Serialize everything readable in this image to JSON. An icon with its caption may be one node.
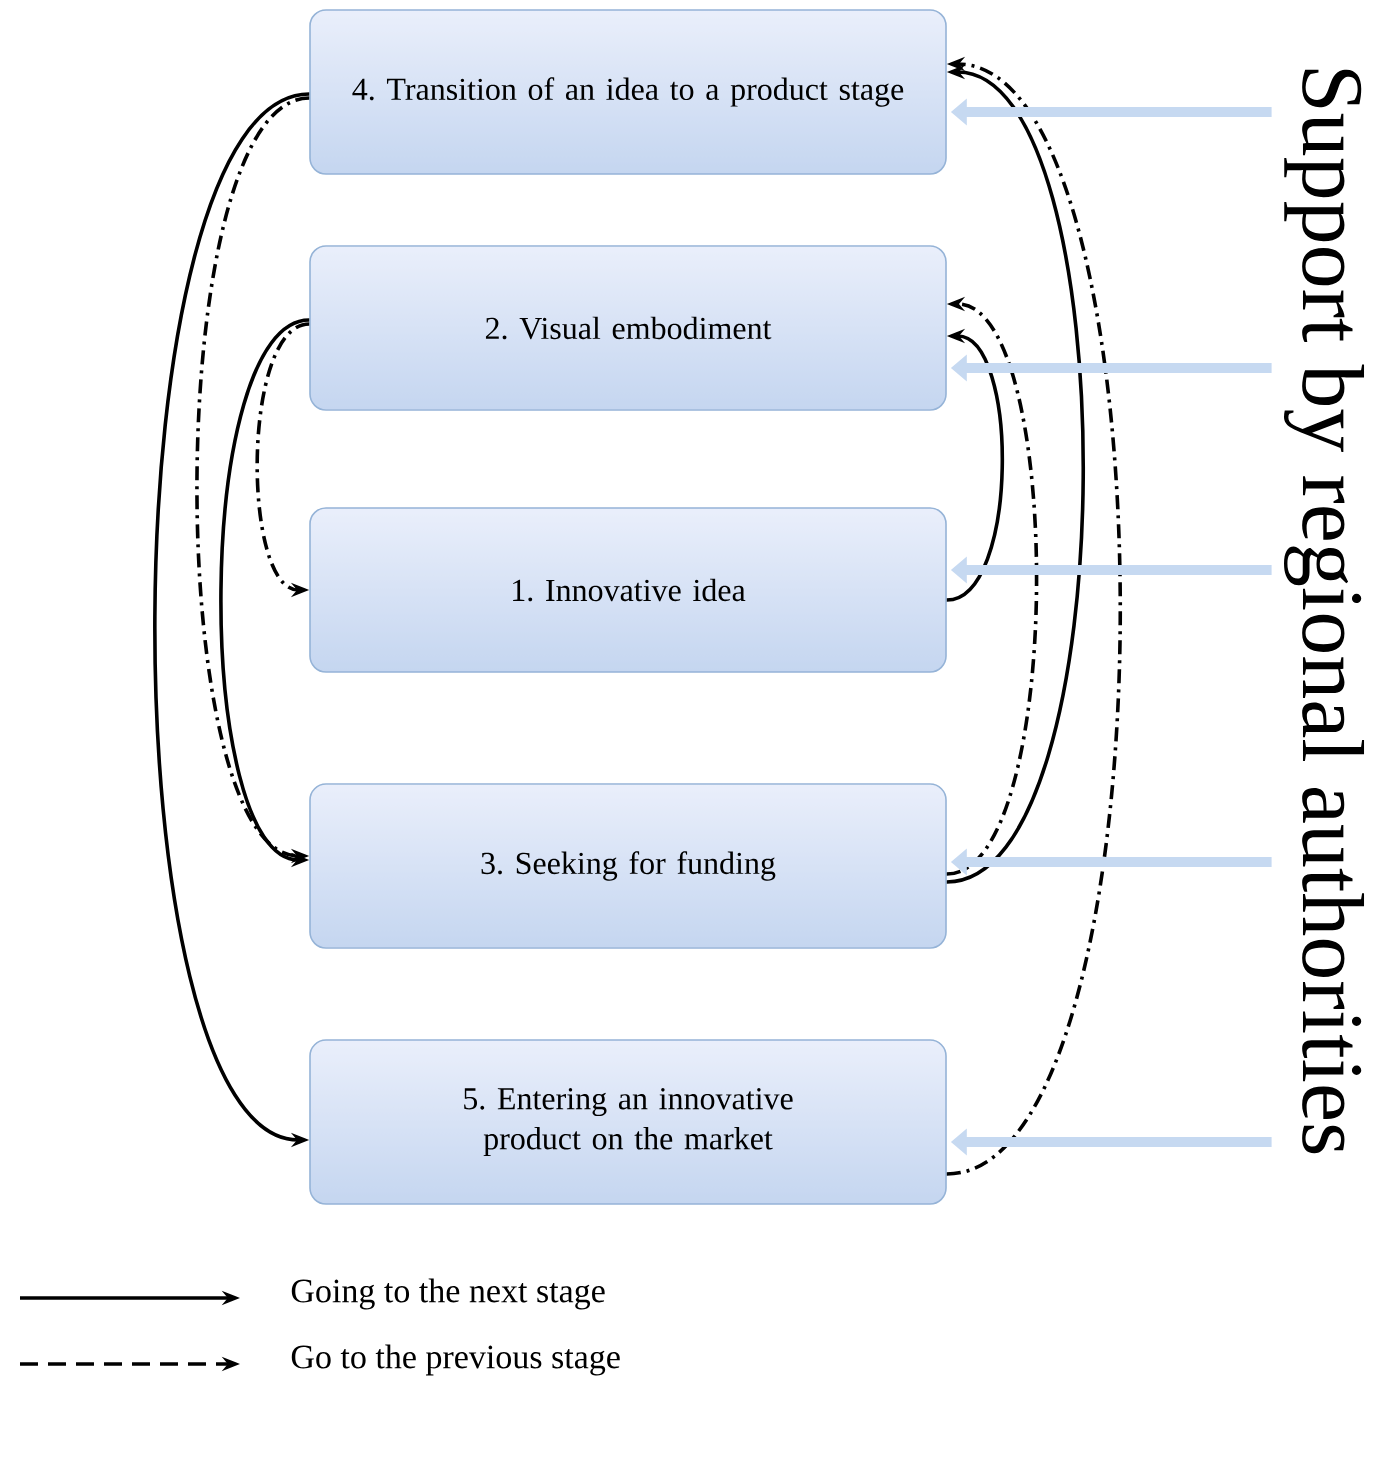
{
  "diagram": {
    "nodes": [
      {
        "text": [
          "4. Transition of an idea to a product stage"
        ]
      },
      {
        "text": [
          "2. Visual embodiment"
        ]
      },
      {
        "text": [
          "1. Innovative idea"
        ]
      },
      {
        "text": [
          "3. Seeking for funding"
        ]
      },
      {
        "text": [
          "5. Entering an innovative product on the market"
        ]
      },
      {
        "text": [
          "Support by regional authorities"
        ]
      }
    ],
    "edges": [
      {
        "from": 2,
        "to": 1,
        "arrow": "to"
      },
      {
        "from": 1,
        "to": 3,
        "arrow": "to"
      },
      {
        "from": 3,
        "to": 0,
        "arrow": "to"
      },
      {
        "from": 0,
        "to": 4,
        "arrow": "to"
      },
      {
        "from": 1,
        "to": 2,
        "arrow": "to",
        "style": "dashed"
      },
      {
        "from": 3,
        "to": 1,
        "arrow": "to",
        "style": "dashed"
      },
      {
        "from": 0,
        "to": 3,
        "arrow": "to",
        "style": "dashed"
      },
      {
        "from": 4,
        "to": 0,
        "arrow": "to",
        "style": "dashed"
      },
      {
        "from": 5,
        "to": 0,
        "arrow": "to",
        "style": "thick",
        "color": "#c6d9f1"
      },
      {
        "from": 5,
        "to": 1,
        "arrow": "to",
        "style": "thick",
        "color": "#c6d9f1"
      },
      {
        "from": 5,
        "to": 2,
        "arrow": "to",
        "style": "thick",
        "color": "#c6d9f1"
      },
      {
        "from": 5,
        "to": 3,
        "arrow": "to",
        "style": "thick",
        "color": "#c6d9f1"
      },
      {
        "from": 5,
        "to": 4,
        "arrow": "to",
        "style": "thick",
        "color": "#c6d9f1"
      }
    ],
    "legend": [
      {
        "text": "Going to the next stage"
      },
      {
        "text": "Go to the previous stage"
      }
    ]
  }
}
